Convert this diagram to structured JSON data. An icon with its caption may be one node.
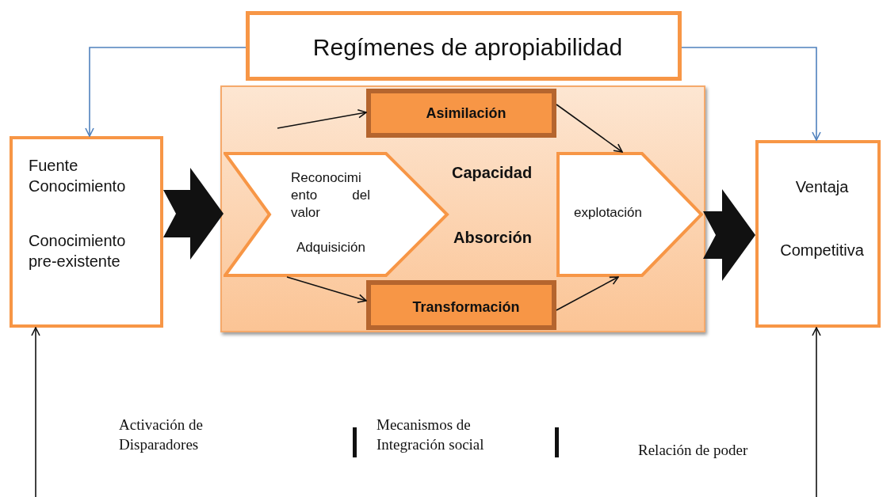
{
  "diagram": {
    "nodes": [
      {
        "text": [
          "Regímenes de apropiabilidad"
        ]
      },
      {
        "text": [
          "Fuente Conocimiento",
          "Conocimiento pre-existente"
        ]
      },
      {
        "text": [
          "Capacidad",
          "Absorción"
        ]
      },
      {
        "text": [
          "Asimilación"
        ],
        "in": 2
      },
      {
        "text": [
          "Reconocimi ento del valor",
          "Adquisición"
        ],
        "in": 2
      },
      {
        "text": [
          "explotación"
        ],
        "in": 2
      },
      {
        "text": [
          "Transformación"
        ],
        "in": 2
      },
      {
        "text": [
          "Ventaja",
          "Competitiva"
        ]
      }
    ],
    "edges": [
      {
        "from": 0,
        "to": 1,
        "arrow": "to",
        "color": "#4f81bd"
      },
      {
        "from": 0,
        "to": 7,
        "arrow": "to",
        "color": "#4f81bd"
      },
      {
        "from": 1,
        "to": 4,
        "arrow": "to",
        "style": "thick"
      },
      {
        "from": 5,
        "to": 7,
        "arrow": "to",
        "style": "thick"
      },
      {
        "from": null,
        "to": 3,
        "arrow": "to"
      },
      {
        "from": 3,
        "to": 5,
        "arrow": "to"
      },
      {
        "from": 4,
        "to": 6,
        "arrow": "to"
      },
      {
        "from": 6,
        "to": 5,
        "arrow": "to"
      },
      {
        "from": null,
        "to": 1,
        "arrow": "to"
      },
      {
        "from": null,
        "to": 7,
        "arrow": "to"
      }
    ],
    "labels": [
      "Activación de Disparadores",
      "Mecanismos de Integración social",
      "Relación de poder"
    ]
  }
}
